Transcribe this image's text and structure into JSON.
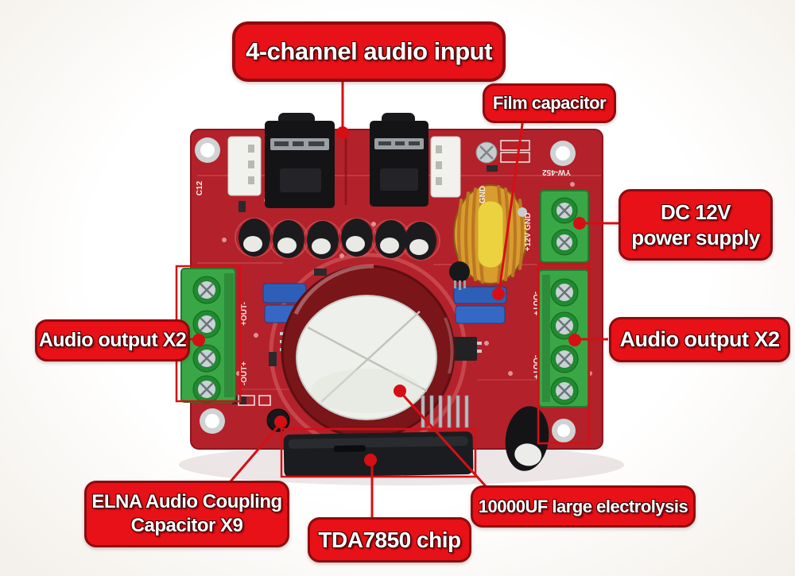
{
  "labels": {
    "audio_input": "4-channel audio input",
    "film_capacitor": "Film capacitor",
    "dc_power": {
      "line1": "DC 12V",
      "line2": "power supply"
    },
    "audio_output_left": "Audio output X2",
    "audio_output_right": "Audio output X2",
    "elna": {
      "line1": "ELNA Audio Coupling",
      "line2": "Capacitor X9"
    },
    "tda": "TDA7850 chip",
    "electrolytic": "10000UF large electrolysis"
  },
  "board": {
    "silkscreen": {
      "power": "+12V GND",
      "gnd": "GND",
      "model": "YW-452",
      "out_left_a": "+OUT-",
      "out_left_b": "-OUT+",
      "out_right_a": "-OUT+",
      "out_right_b": "-OUT+",
      "c12": "C12"
    }
  },
  "colors": {
    "label_red": "#e81117",
    "label_border": "#8c0b0f",
    "pcb_red": "#b3212a",
    "pcb_trace": "#d25a60",
    "terminal_green": "#3aa746",
    "toroid_gold": "#d99c2e",
    "copper": "#b97722",
    "heatsink_black": "#1b1c1f",
    "callout_red": "#d50f14",
    "cap_top_white": "#eef0ec"
  }
}
